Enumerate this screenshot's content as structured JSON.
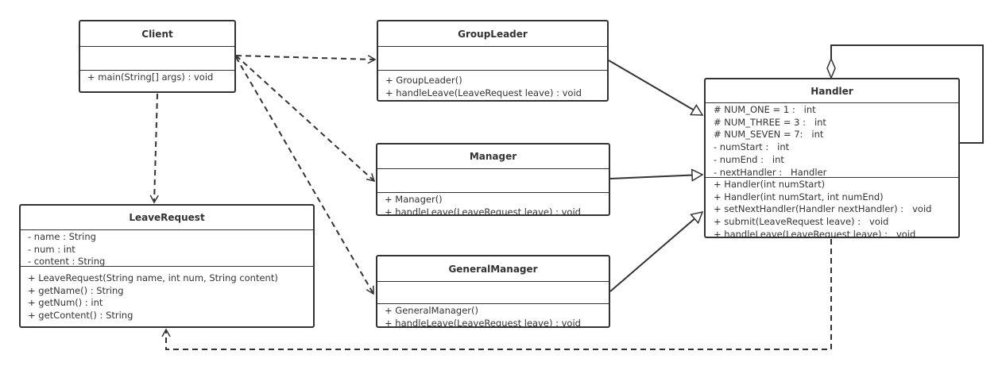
{
  "classes": {
    "client": {
      "name": "Client",
      "attributes": [],
      "methods": [
        "+ main(String[] args) : void"
      ]
    },
    "groupLeader": {
      "name": "GroupLeader",
      "attributes": [],
      "methods": [
        "+ GroupLeader()",
        "+ handleLeave(LeaveRequest leave) : void"
      ]
    },
    "manager": {
      "name": "Manager",
      "attributes": [],
      "methods": [
        "+ Manager()",
        "+ handleLeave(LeaveRequest leave) : void"
      ]
    },
    "generalManager": {
      "name": "GeneralManager",
      "attributes": [],
      "methods": [
        "+ GeneralManager()",
        "+ handleLeave(LeaveRequest leave) : void"
      ]
    },
    "handler": {
      "name": "Handler",
      "attributes": [
        "# NUM_ONE = 1 :   int",
        "# NUM_THREE = 3 :   int",
        "# NUM_SEVEN = 7:   int",
        "- numStart :   int",
        "- numEnd :   int",
        "- nextHandler :   Handler"
      ],
      "methods": [
        "+ Handler(int numStart)",
        "+ Handler(int numStart, int numEnd)",
        "+ setNextHandler(Handler nextHandler) :   void",
        "+ submit(LeaveRequest leave) :   void",
        "+ handleLeave(LeaveRequest leave) :   void"
      ]
    },
    "leaveRequest": {
      "name": "LeaveRequest",
      "attributes": [
        "- name : String",
        "- num : int",
        "- content : String"
      ],
      "methods": [
        "+ LeaveRequest(String name, int num, String content)",
        "+ getName() : String",
        "+ getNum() : int",
        "+ getContent() : String"
      ]
    }
  },
  "relations": [
    {
      "from": "Client",
      "to": "GroupLeader",
      "type": "dependency"
    },
    {
      "from": "Client",
      "to": "Manager",
      "type": "dependency"
    },
    {
      "from": "Client",
      "to": "GeneralManager",
      "type": "dependency"
    },
    {
      "from": "Client",
      "to": "LeaveRequest",
      "type": "dependency"
    },
    {
      "from": "GroupLeader",
      "to": "Handler",
      "type": "generalization"
    },
    {
      "from": "Manager",
      "to": "Handler",
      "type": "generalization"
    },
    {
      "from": "GeneralManager",
      "to": "Handler",
      "type": "generalization"
    },
    {
      "from": "Handler",
      "to": "Handler",
      "type": "aggregation"
    },
    {
      "from": "Handler",
      "to": "LeaveRequest",
      "type": "dependency"
    }
  ],
  "colors": {
    "stroke": "#333333",
    "background": "#ffffff"
  }
}
